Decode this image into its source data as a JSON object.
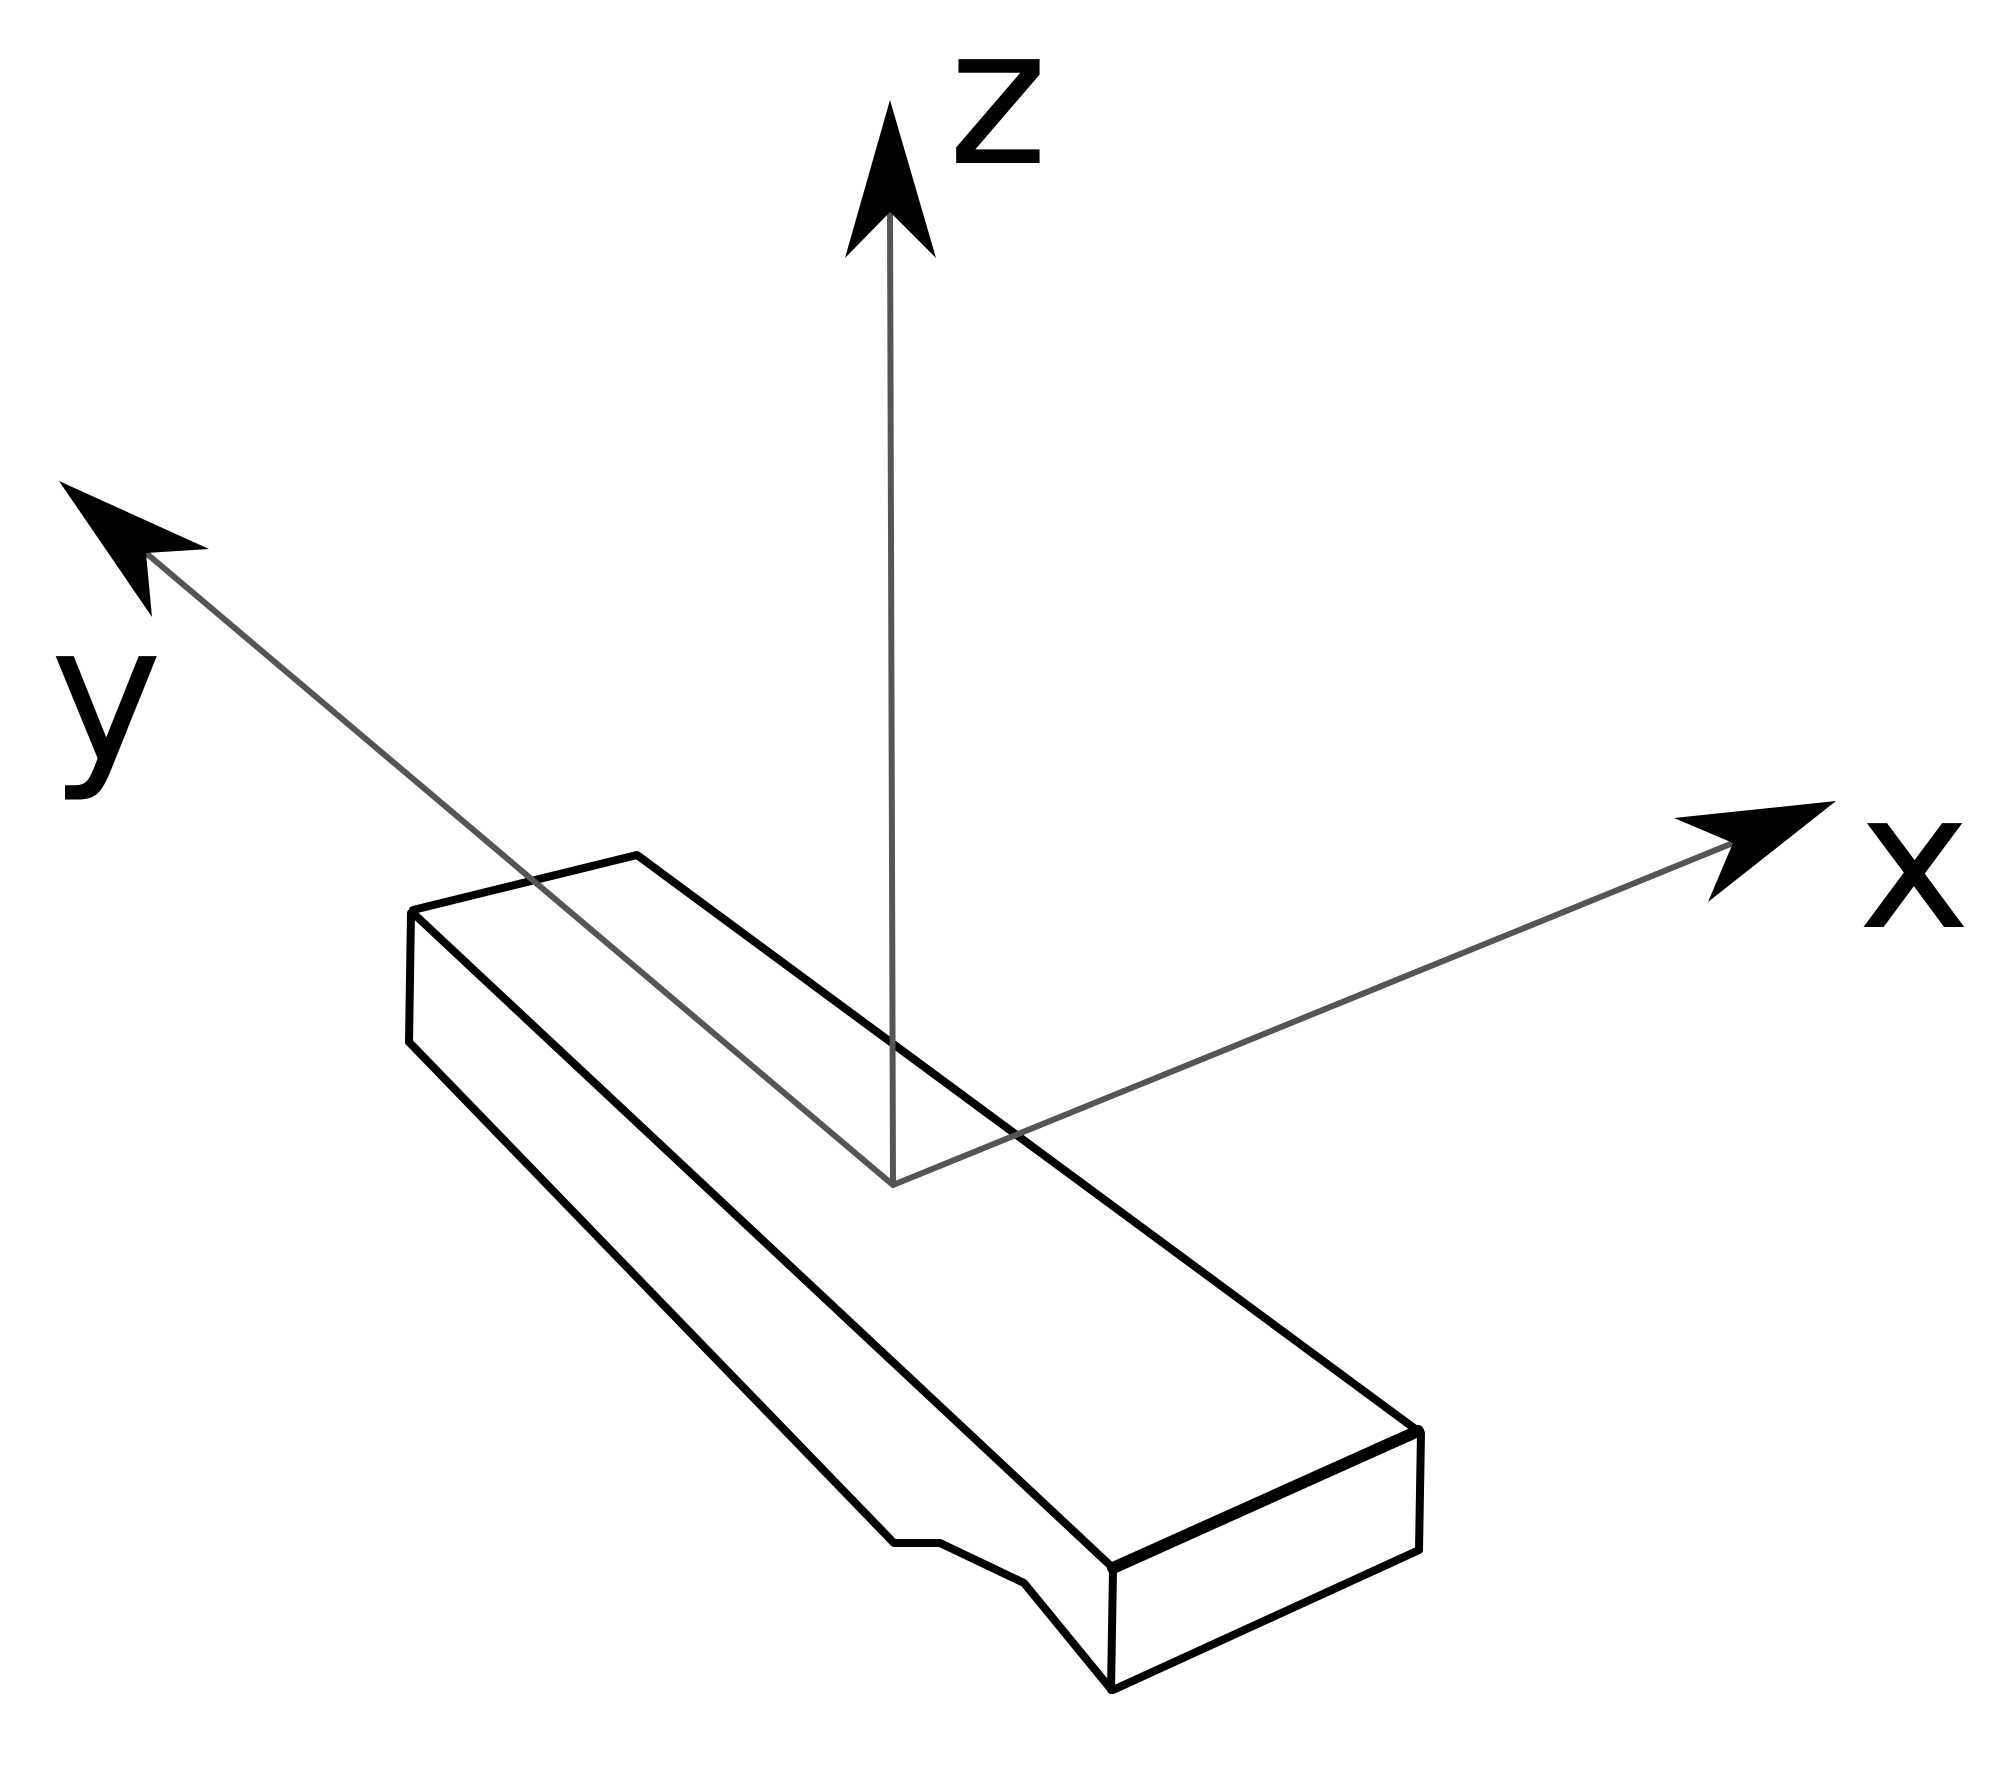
{
  "axes": {
    "x": {
      "label": "x"
    },
    "y": {
      "label": "y"
    },
    "z": {
      "label": "z"
    }
  },
  "colors": {
    "axis_line": "#555555",
    "axis_head": "#000000",
    "beam_outline": "#000000",
    "label": "#000000",
    "background": "#ffffff"
  }
}
